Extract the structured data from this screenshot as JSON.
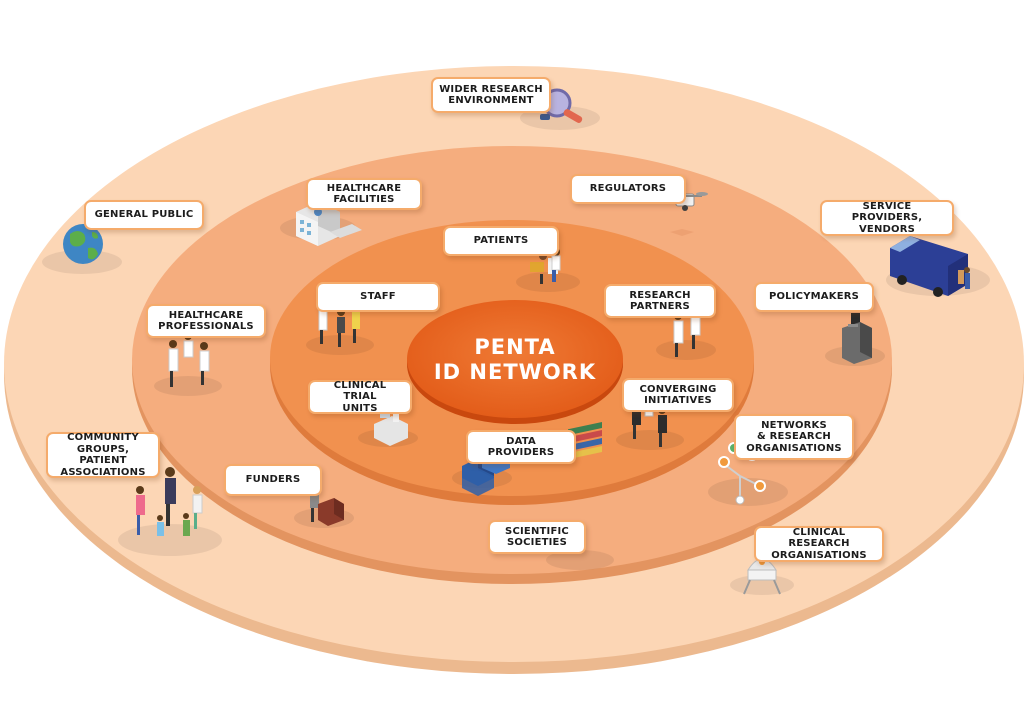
{
  "center": {
    "line1": "PENTA",
    "line2": "ID NETWORK"
  },
  "colors": {
    "outer_ring": "#fbd4b2",
    "middle_ring": "#f5ad7c",
    "inner_ring": "#f0904e",
    "core": "#e8601d",
    "label_border": "#f5ab6b"
  },
  "labels": {
    "wider_research_environment": {
      "l1": "WIDER RESEARCH",
      "l2": "ENVIRONMENT"
    },
    "healthcare_facilities": {
      "l1": "HEALTHCARE",
      "l2": "FACILITIES"
    },
    "regulators": {
      "l1": "REGULATORS"
    },
    "general_public": {
      "l1": "GENERAL PUBLIC"
    },
    "service_providers": {
      "l1": "SERVICE PROVIDERS,",
      "l2": "VENDORS"
    },
    "patients": {
      "l1": "PATIENTS"
    },
    "staff": {
      "l1": "STAFF"
    },
    "research_partners": {
      "l1": "RESEARCH",
      "l2": "PARTNERS"
    },
    "policymakers": {
      "l1": "POLICYMAKERS"
    },
    "healthcare_professionals": {
      "l1": "HEALTHCARE",
      "l2": "PROFESSIONALS"
    },
    "clinical_trial_units": {
      "l1": "CLINICAL TRIAL",
      "l2": "UNITS"
    },
    "converging_initiatives": {
      "l1": "CONVERGING",
      "l2": "INITIATIVES"
    },
    "networks_research_orgs": {
      "l1": "NETWORKS",
      "l2": "& RESEARCH",
      "l3": "ORGANISATIONS"
    },
    "data_providers": {
      "l1": "DATA",
      "l2": "PROVIDERS"
    },
    "community_groups": {
      "l1": "COMMUNITY",
      "l2": "GROUPS, PATIENT",
      "l3": "ASSOCIATIONS"
    },
    "funders": {
      "l1": "FUNDERS"
    },
    "scientific_societies": {
      "l1": "SCIENTIFIC",
      "l2": "SOCIETIES"
    },
    "clinical_research_orgs": {
      "l1": "CLINICAL RESEARCH",
      "l2": "ORGANISATIONS"
    }
  }
}
